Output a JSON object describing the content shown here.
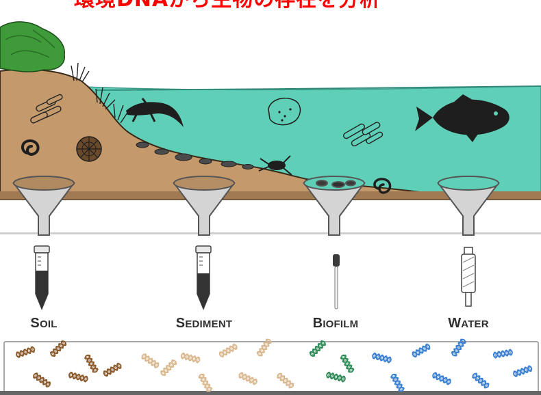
{
  "banner": {
    "title": "環境DNAから生物の存在を分析",
    "color": "#ff0000"
  },
  "samples": [
    {
      "id": "soil",
      "label": "Soil",
      "container": "tube",
      "dna_color": "#8b5a2b"
    },
    {
      "id": "sediment",
      "label": "Sediment",
      "container": "tube",
      "dna_color": "#d9b88f"
    },
    {
      "id": "biofilm",
      "label": "Biofilm",
      "container": "swab",
      "dna_color": "#2e8b57"
    },
    {
      "id": "water",
      "label": "Water",
      "container": "filter",
      "dna_color": "#3a7fd1"
    }
  ],
  "colors": {
    "water": "#5fcfb8",
    "sky": "#ffffff",
    "soil": "#c49a6c",
    "soil_dark": "#8a6642",
    "vegetation": "#3f9a3a",
    "organism": "#1e1e1e",
    "funnel": "#d4d4d4",
    "funnel_outline": "#555555"
  },
  "icons": [
    "tree-icon",
    "grass-icon",
    "bacteria-icon",
    "worm-icon",
    "fungus-icon",
    "salamander-icon",
    "amoeba-icon",
    "crayfish-icon",
    "fish-icon",
    "funnel-icon",
    "sample-tube-icon",
    "swab-icon",
    "water-filter-icon",
    "dna-helix-icon"
  ]
}
